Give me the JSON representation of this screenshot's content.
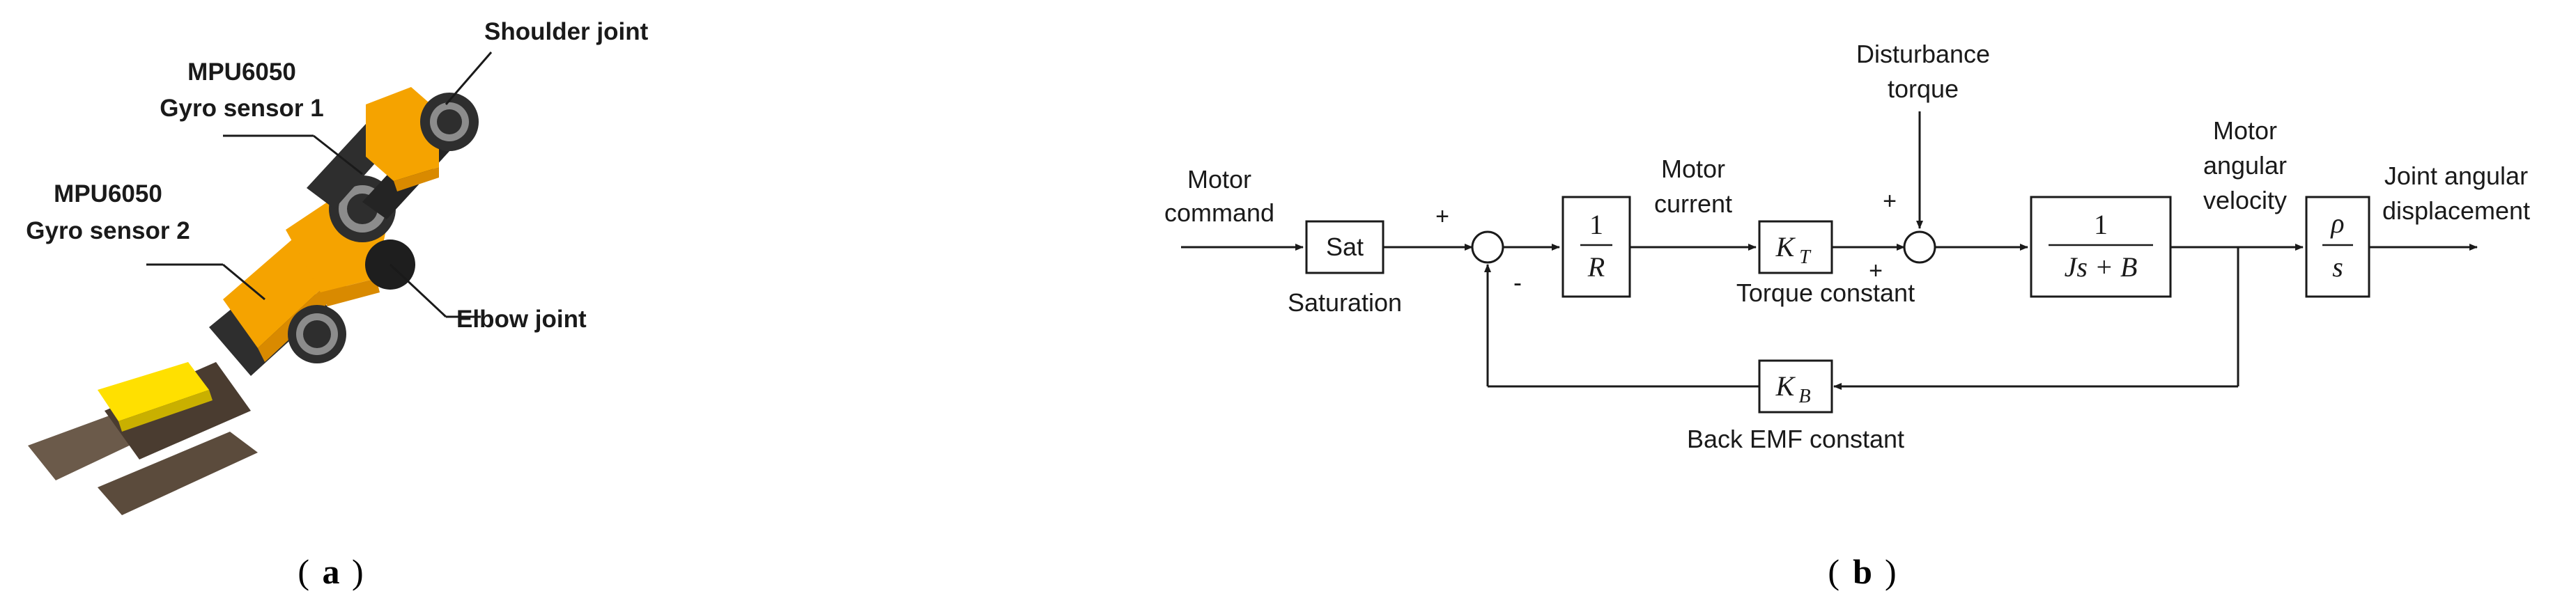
{
  "panel_a": {
    "caption_label": "a",
    "labels": {
      "shoulder_joint": "Shoulder joint",
      "gyro1_line1": "MPU6050",
      "gyro1_line2": "Gyro sensor 1",
      "gyro2_line1": "MPU6050",
      "gyro2_line2": "Gyro sensor 2",
      "elbow_joint": "Elbow joint"
    },
    "colors": {
      "orange": "#F5A300",
      "dark_orange": "#D98A00",
      "link_dark": "#2E2E2E",
      "joint_grey": "#8C8C8C",
      "gripper_yellow": "#FFE000",
      "gripper_brown": "#6B5A4A"
    }
  },
  "panel_b": {
    "caption_label": "b",
    "labels": {
      "motor_command_1": "Motor",
      "motor_command_2": "command",
      "sat": "Sat",
      "saturation": "Saturation",
      "plus_sum1": "+",
      "minus_sum1": "-",
      "one_over_r_num": "1",
      "one_over_r_den": "R",
      "motor_current_1": "Motor",
      "motor_current_2": "current",
      "kt_main": "K",
      "kt_sub": "T",
      "torque_constant": "Torque constant",
      "plus_sum2_left": "+",
      "plus_sum2_top": "+",
      "disturbance_1": "Disturbance",
      "disturbance_2": "torque",
      "tf_num": "1",
      "tf_den": "Js + B",
      "motor_angvel_1": "Motor",
      "motor_angvel_2": "angular",
      "motor_angvel_3": "velocity",
      "rho": "ρ",
      "rho_den": "s",
      "joint_1": "Joint angular",
      "joint_2": "displacement",
      "kb_main": "K",
      "kb_sub": "B",
      "back_emf": "Back EMF constant"
    }
  }
}
